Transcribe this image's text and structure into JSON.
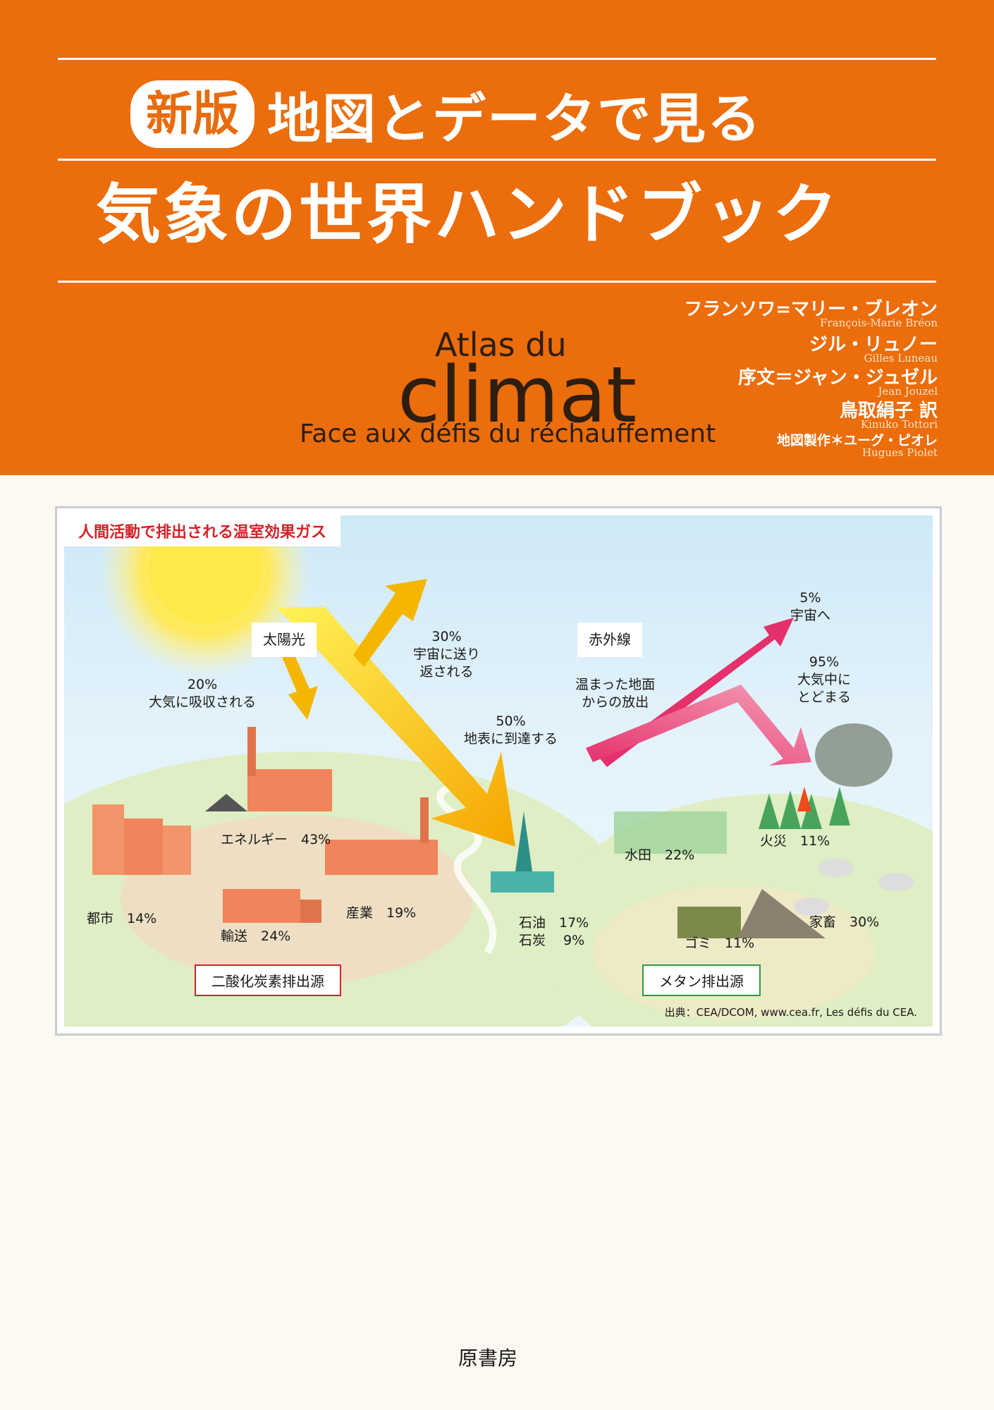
{
  "header": {
    "edition_badge": "新版",
    "title_line1": "地図とデータで見る",
    "title_line2": "気象の世界ハンドブック",
    "atlas_du": "Atlas du",
    "climat": "climat",
    "subtitle_fr": "Face aux défis du réchauffement",
    "credits": [
      {
        "ja": "フランソワ=マリー・ブレオン",
        "roman": "François-Marie Bréon"
      },
      {
        "ja": "ジル・リュノー",
        "roman": "Gilles Luneau"
      },
      {
        "ja": "序文＝ジャン・ジュゼル",
        "roman": "Jean Jouzel"
      },
      {
        "ja": "鳥取絹子 訳",
        "roman": "Kinuko Tottori"
      },
      {
        "ja": "地図製作＊ユーグ・ピオレ",
        "roman": "Hugues Piolet"
      }
    ]
  },
  "figure": {
    "title": "人間活動で排出される温室効果ガス",
    "sunlight_label": "太陽光",
    "infrared_label": "赤外線",
    "reflected": "30%\n宇宙に送り\n返される",
    "absorbed": "20%\n大気に吸収される",
    "reach_ground": "50%\n地表に到達する",
    "ground_emission": "温まった地面\nからの放出",
    "to_space": "5%\n宇宙へ",
    "stays_atmosphere": "95%\n大気中に\nとどまる",
    "sources": {
      "energy": "エネルギー　43%",
      "city": "都市　14%",
      "transport": "輸送　24%",
      "industry": "産業　19%",
      "oil": "石油　17%",
      "coal": "石炭　 9%",
      "rice": "水田　22%",
      "fire": "火災　11%",
      "waste": "ゴミ　11%",
      "livestock": "家畜　30%"
    },
    "legend_co2": "二酸化炭素排出源",
    "legend_methane": "メタン排出源",
    "source_credit": "出典：CEA/DCOM, www.cea.fr, Les défis du CEA.",
    "colors": {
      "co2_border": "#d2232a",
      "methane_border": "#2e9a3c",
      "sun_arrow": "#f5c400",
      "ir_arrow": "#e5306b"
    }
  },
  "publisher": "原書房"
}
